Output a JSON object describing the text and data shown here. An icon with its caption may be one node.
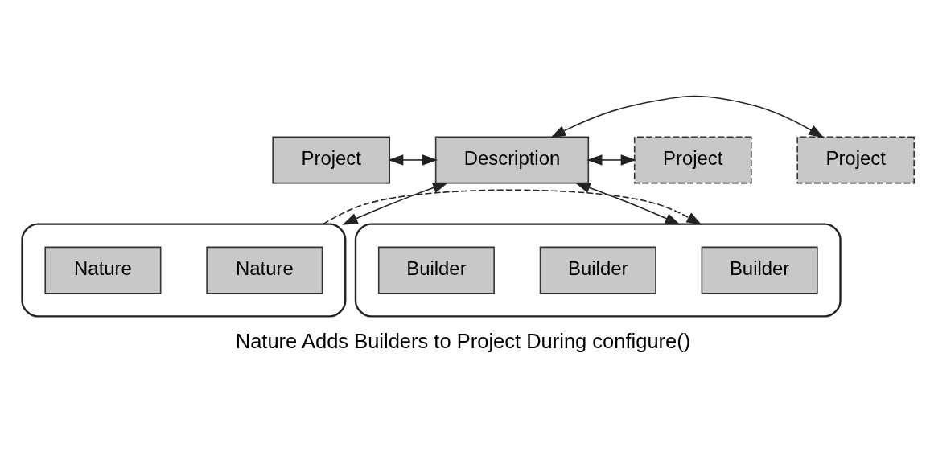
{
  "diagram": {
    "caption": "Nature Adds Builders to Project During configure()",
    "nodes": [
      {
        "text": [
          "Project"
        ]
      },
      {
        "text": [
          "Description"
        ]
      },
      {
        "text": [
          "Project"
        ]
      },
      {
        "text": [
          "Project"
        ]
      },
      {
        "text": [],
        "shape": "box"
      },
      {
        "text": [
          "Nature"
        ],
        "in": 4
      },
      {
        "text": [
          "Nature"
        ],
        "in": 4
      },
      {
        "text": [],
        "shape": "box"
      },
      {
        "text": [
          "Builder"
        ],
        "in": 7
      },
      {
        "text": [
          "Builder"
        ],
        "in": 7
      },
      {
        "text": [
          "Builder"
        ],
        "in": 7
      }
    ],
    "edges": [
      {
        "from": 0,
        "to": 1,
        "arrow": "both"
      },
      {
        "from": 1,
        "to": 2,
        "arrow": "both"
      },
      {
        "from": 1,
        "to": 3,
        "arrow": "both"
      },
      {
        "from": 1,
        "to": 4,
        "arrow": "both"
      },
      {
        "from": 1,
        "to": 7,
        "arrow": "both"
      },
      {
        "from": 4,
        "to": 7,
        "arrow": "to",
        "style": "dashed"
      }
    ]
  }
}
